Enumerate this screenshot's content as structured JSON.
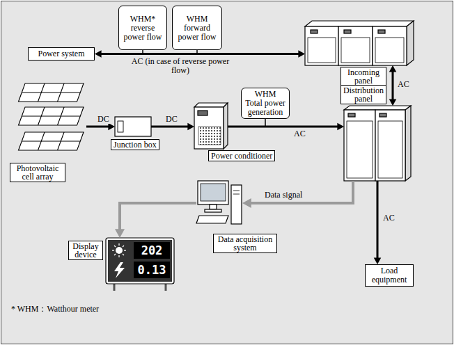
{
  "diagram": {
    "nodes": [
      {
        "text": [
          "WHM*",
          "reverse power flow"
        ]
      },
      {
        "text": [
          "WHM",
          "forward power flow"
        ]
      },
      {
        "text": [
          "Power system"
        ]
      },
      {
        "text": [
          "Incoming panel"
        ]
      },
      {
        "text": [
          "Distribution panel"
        ]
      },
      {
        "text": [
          "Photovoltaic cell array"
        ]
      },
      {
        "text": [
          "Junction box"
        ]
      },
      {
        "text": [
          "Power conditioner"
        ]
      },
      {
        "text": [
          "WHM",
          "Total power generation"
        ]
      },
      {
        "text": [
          "Data acquisition system"
        ]
      },
      {
        "text": [
          "Display device",
          "202",
          "0.13"
        ]
      },
      {
        "text": [
          "Load equipment"
        ]
      }
    ],
    "edges": [
      {
        "from": 2,
        "to": 3,
        "arrow": "both",
        "label": "AC (in case of reverse power flow)"
      },
      {
        "from": 3,
        "to": 4,
        "arrow": "both",
        "label": "AC"
      },
      {
        "from": 5,
        "to": 6,
        "arrow": "to",
        "label": "DC"
      },
      {
        "from": 6,
        "to": 7,
        "arrow": "to",
        "label": "DC"
      },
      {
        "from": 7,
        "to": 4,
        "arrow": "to",
        "label": "AC"
      },
      {
        "from": 4,
        "to": 11,
        "arrow": "to",
        "label": "AC"
      },
      {
        "from": 4,
        "to": 9,
        "arrow": "to",
        "label": "Data signal"
      },
      {
        "from": 9,
        "to": 10,
        "arrow": "to"
      }
    ],
    "labels": [
      "* WHM：Watthour meter"
    ]
  }
}
